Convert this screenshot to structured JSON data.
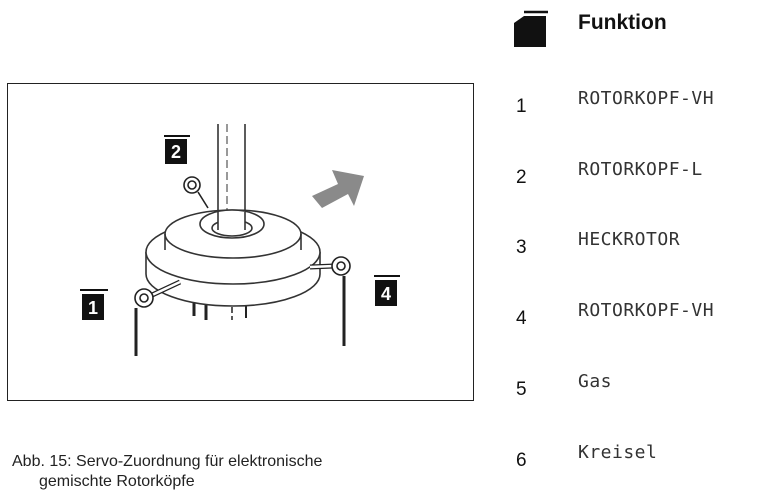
{
  "header": {
    "title": "Funktion",
    "icon": "marker-block-icon"
  },
  "functions": [
    {
      "num": "1",
      "label": "ROTORKOPF-VH"
    },
    {
      "num": "2",
      "label": "ROTORKOPF-L"
    },
    {
      "num": "3",
      "label": "HECKROTOR"
    },
    {
      "num": "4",
      "label": "ROTORKOPF-VH"
    },
    {
      "num": "5",
      "label": "Gas"
    },
    {
      "num": "6",
      "label": "Kreisel"
    }
  ],
  "figure": {
    "markers": [
      "1",
      "2",
      "4"
    ],
    "arrow_color": "#8a8a8a"
  },
  "caption": {
    "line1": "Abb. 15:  Servo-Zuordnung für elektronische",
    "line2": "gemischte Rotorköpfe"
  }
}
